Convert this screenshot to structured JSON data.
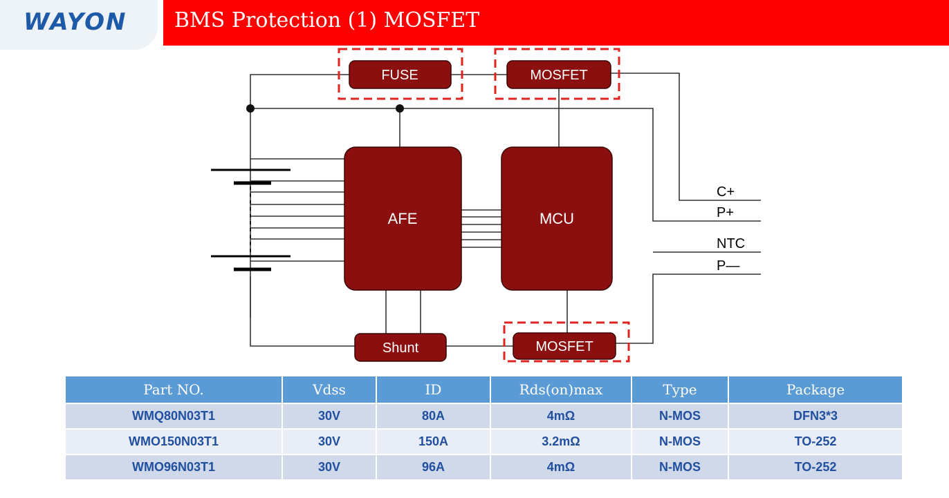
{
  "header": {
    "logo_text": "WAYON",
    "title": "BMS Protection (1) MOSFET",
    "colors": {
      "title_bar": "#fe0000",
      "logo": "#1d5aa8"
    }
  },
  "diagram": {
    "blocks": {
      "fuse": "FUSE",
      "mosfet_top": "MOSFET",
      "afe": "AFE",
      "mcu": "MCU",
      "shunt": "Shunt",
      "mosfet_bottom": "MOSFET"
    },
    "pins": [
      "C+",
      "P+",
      "NTC",
      "P—"
    ],
    "colors": {
      "block_fill": "#8b0f0f",
      "highlight": "#e0231f"
    }
  },
  "table": {
    "headers": [
      "Part NO.",
      "Vdss",
      "ID",
      "Rds(on)max",
      "Type",
      "Package"
    ],
    "rows": [
      [
        "WMQ80N03T1",
        "30V",
        "80A",
        "4mΩ",
        "N-MOS",
        "DFN3*3"
      ],
      [
        "WMO150N03T1",
        "30V",
        "150A",
        "3.2mΩ",
        "N-MOS",
        "TO-252"
      ],
      [
        "WMO96N03T1",
        "30V",
        "96A",
        "4mΩ",
        "N-MOS",
        "TO-252"
      ]
    ]
  }
}
